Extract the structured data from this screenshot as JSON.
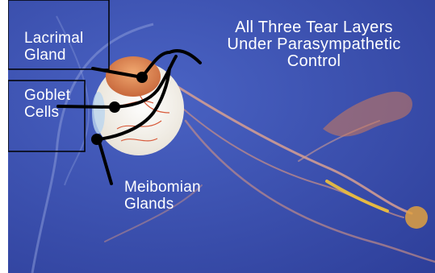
{
  "title": {
    "line1": "All Three Tear Layers",
    "line2": "Under Parasympathetic",
    "line3": "Control"
  },
  "labels": {
    "lacrimal_line1": "Lacrimal",
    "lacrimal_line2": "Gland",
    "goblet_line1": "Goblet",
    "goblet_line2": "Cells",
    "meibomian_line1": "Meibomian",
    "meibomian_line2": "Glands"
  },
  "colors": {
    "background": "#3e55b5",
    "nerve": "#d8a090",
    "nerve_highlight": "#f2c23a",
    "gland": "#e08a50",
    "eyeball": "#f4f0e8",
    "pointer": "#000000"
  }
}
